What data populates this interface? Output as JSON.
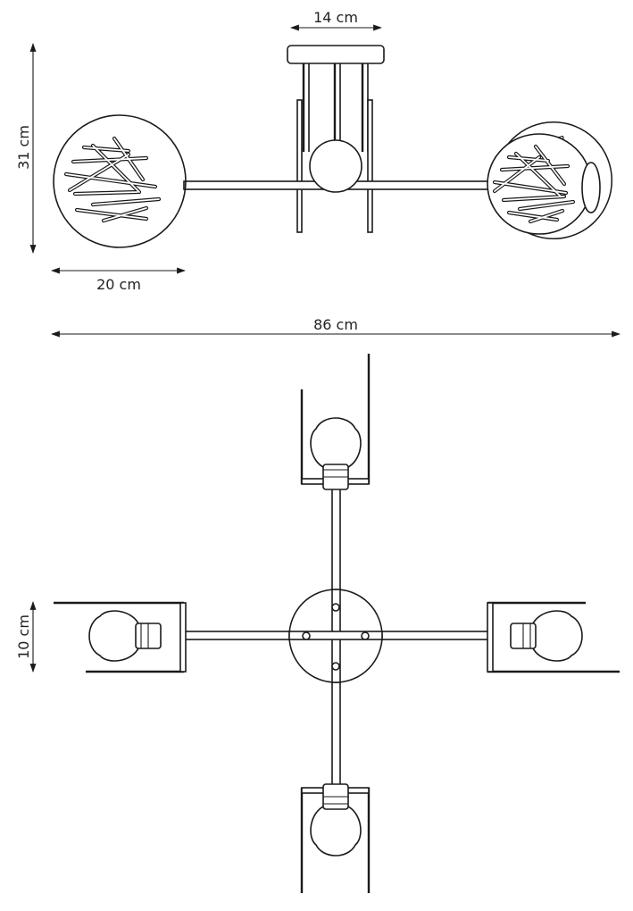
{
  "dimensions": {
    "top_width": "14 cm",
    "height": "31 cm",
    "shade_diameter": "20 cm",
    "total_width": "86 cm",
    "plate_height": "10 cm"
  },
  "colors": {
    "line": "#1a1a1a",
    "background": "#ffffff"
  }
}
